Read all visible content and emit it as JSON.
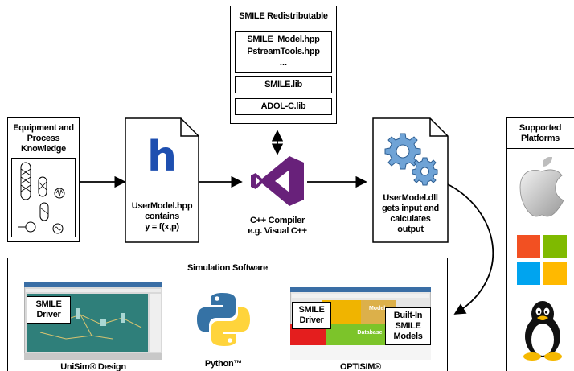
{
  "redistributable": {
    "title": "SMILE Redistributable",
    "files": [
      "SMILE_Model.hpp",
      "PstreamTools.hpp",
      "..."
    ],
    "lib1": "SMILE.lib",
    "lib2": "ADOL-C.lib"
  },
  "equipment": {
    "title_lines": [
      "Equipment and",
      "Process",
      "Knowledge"
    ]
  },
  "usermodel_hpp": {
    "glyph": "h",
    "lines": [
      "UserModel.hpp",
      "contains",
      "y = f(x,p)"
    ]
  },
  "compiler": {
    "lines": [
      "C++ Compiler",
      "e.g. Visual C++"
    ]
  },
  "usermodel_dll": {
    "lines": [
      "UserModel.dll",
      "gets input and",
      "calculates",
      "output"
    ]
  },
  "platforms": {
    "title_lines": [
      "Supported",
      "Platforms"
    ],
    "icons": [
      "apple-icon",
      "windows-icon",
      "linux-tux-icon"
    ]
  },
  "simulation": {
    "title": "Simulation Software",
    "unisim_driver_lines": [
      "SMILE",
      "Driver"
    ],
    "unisim_name": "UniSim® Design",
    "python_name": "Python™",
    "optisim_driver_lines": [
      "SMILE",
      "Driver"
    ],
    "optisim_builtin_lines": [
      "Built-In",
      "SMILE",
      "Models"
    ],
    "optisim_name": "OPTISIM®",
    "optisim_tile_words": [
      "Models",
      "Database"
    ]
  },
  "colors": {
    "vs_purple": "#68217a",
    "hpp_blue": "#1e4fb0",
    "python_blue": "#3572a5",
    "python_yellow": "#ffd43b",
    "win_red": "#f25022",
    "win_green": "#7fba00",
    "win_blue": "#00a4ef",
    "win_yellow": "#ffb900"
  }
}
